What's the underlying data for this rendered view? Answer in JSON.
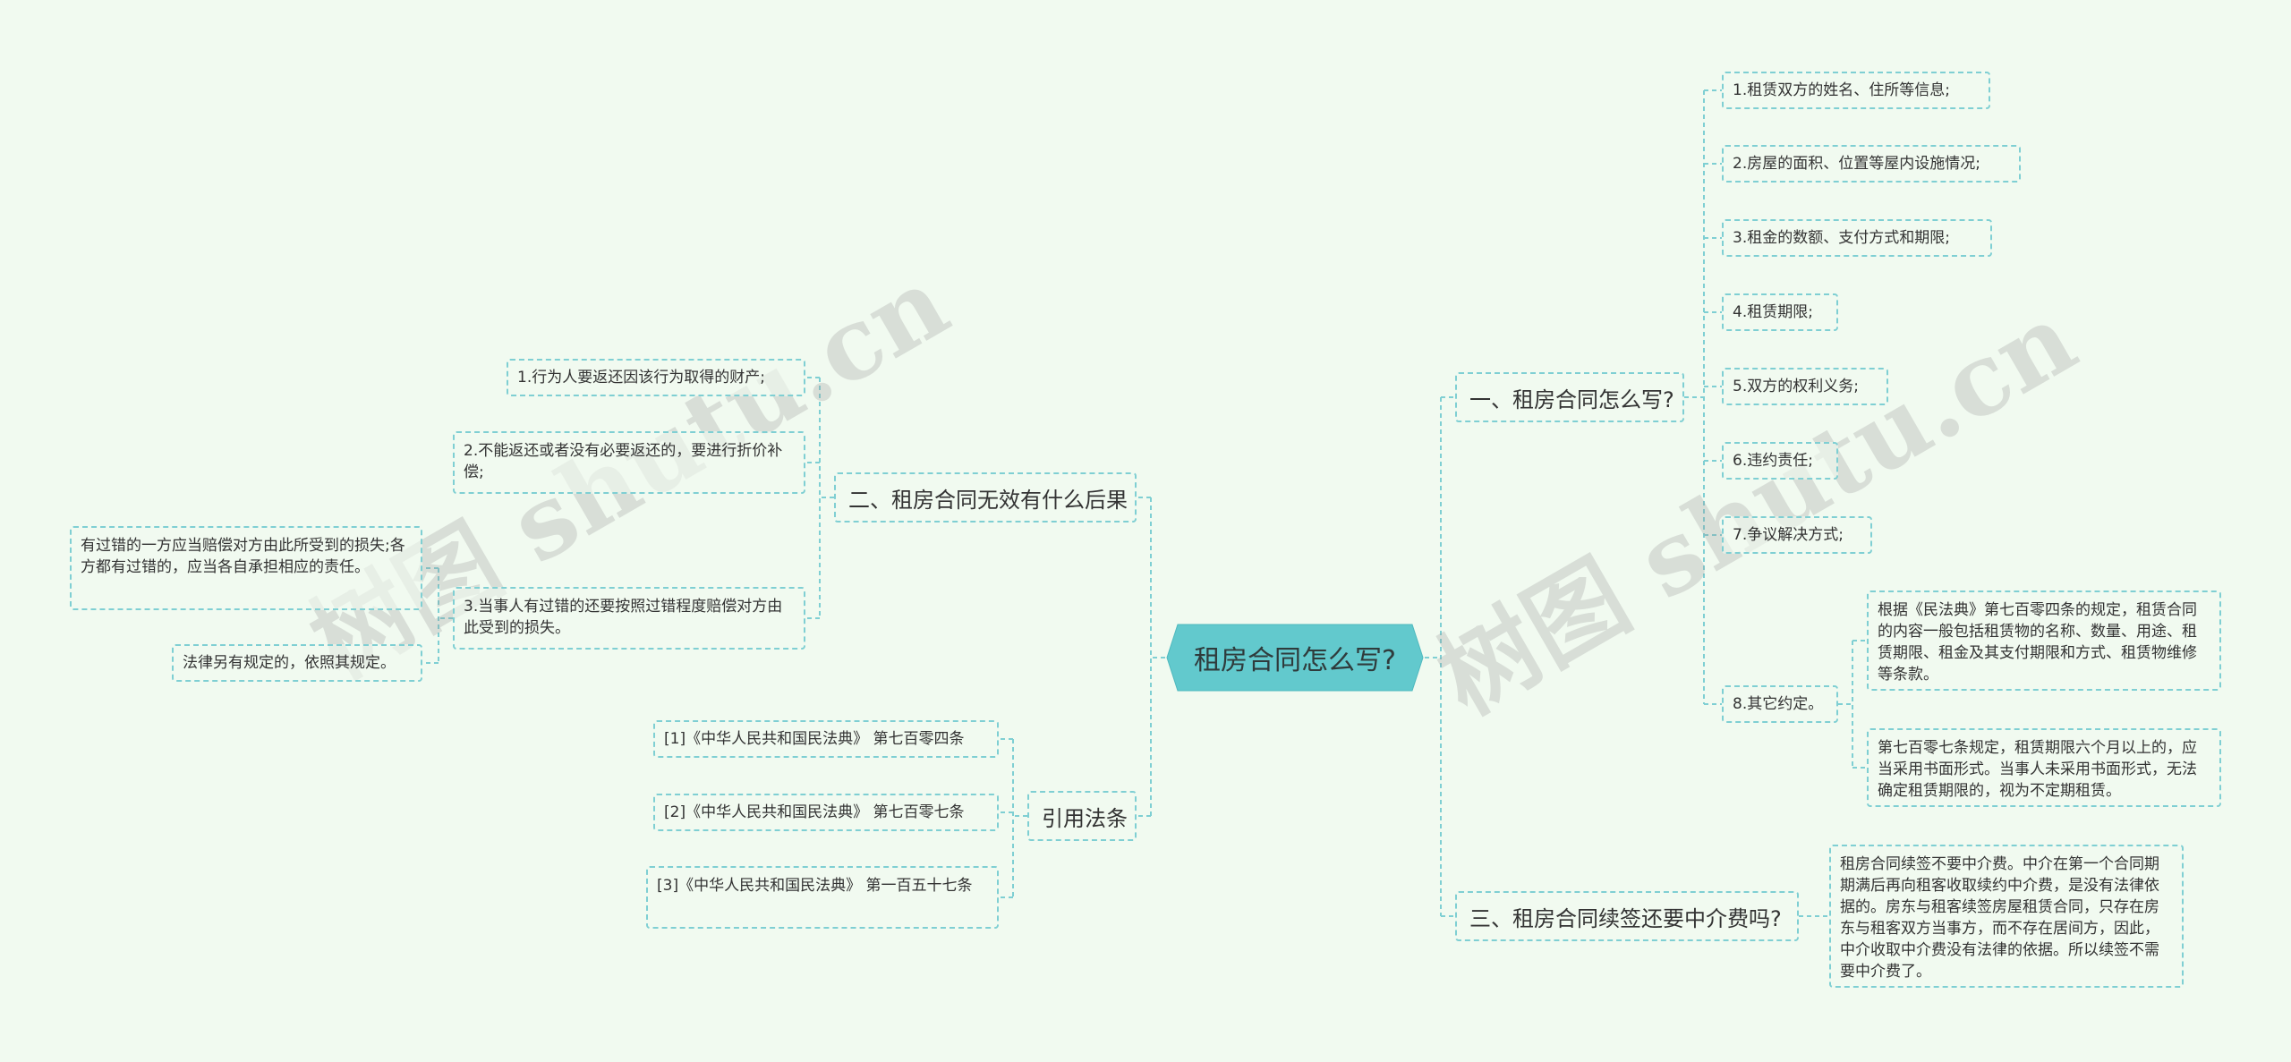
{
  "root": {
    "label": "租房合同怎么写?"
  },
  "branches": {
    "b1": {
      "label": "一、租房合同怎么写?",
      "items": [
        "1.租赁双方的姓名、住所等信息;",
        "2.房屋的面积、位置等屋内设施情况;",
        "3.租金的数额、支付方式和期限;",
        "4.租赁期限;",
        "5.双方的权利义务;",
        "6.违约责任;",
        "7.争议解决方式;",
        "8.其它约定。"
      ],
      "sub": [
        "根据《民法典》第七百零四条的规定，租赁合同的内容一般包括租赁物的名称、数量、用途、租赁期限、租金及其支付期限和方式、租赁物维修等条款。",
        "第七百零七条规定，租赁期限六个月以上的，应当采用书面形式。当事人未采用书面形式，无法确定租赁期限的，视为不定期租赁。"
      ]
    },
    "b2": {
      "label": "二、租房合同无效有什么后果",
      "items": [
        "1.行为人要返还因该行为取得的财产;",
        "2.不能返还或者没有必要返还的，要进行折价补偿;",
        "3.当事人有过错的还要按照过错程度赔偿对方由此受到的损失。"
      ],
      "sub": [
        "有过错的一方应当赔偿对方由此所受到的损失;各方都有过错的，应当各自承担相应的责任。",
        "法律另有规定的，依照其规定。"
      ]
    },
    "b3": {
      "label": "三、租房合同续签还要中介费吗?",
      "items": [
        "租房合同续签不要中介费。中介在第一个合同期期满后再向租客收取续约中介费，是没有法律依据的。房东与租客续签房屋租赁合同，只存在房东与租客双方当事方，而不存在居间方，因此，中介收取中介费没有法律的依据。所以续签不需要中介费了。"
      ]
    },
    "b4": {
      "label": "引用法条",
      "items": [
        "[1]《中华人民共和国民法典》 第七百零四条",
        "[2]《中华人民共和国民法典》 第七百零七条",
        "[3]《中华人民共和国民法典》 第一百五十七条"
      ]
    }
  },
  "watermark": "树图 shutu.cn",
  "colors": {
    "root_fill": "#62c9cd",
    "border": "#7fcfd3",
    "line": "#7fcfd3",
    "background": "#f1faf0"
  }
}
